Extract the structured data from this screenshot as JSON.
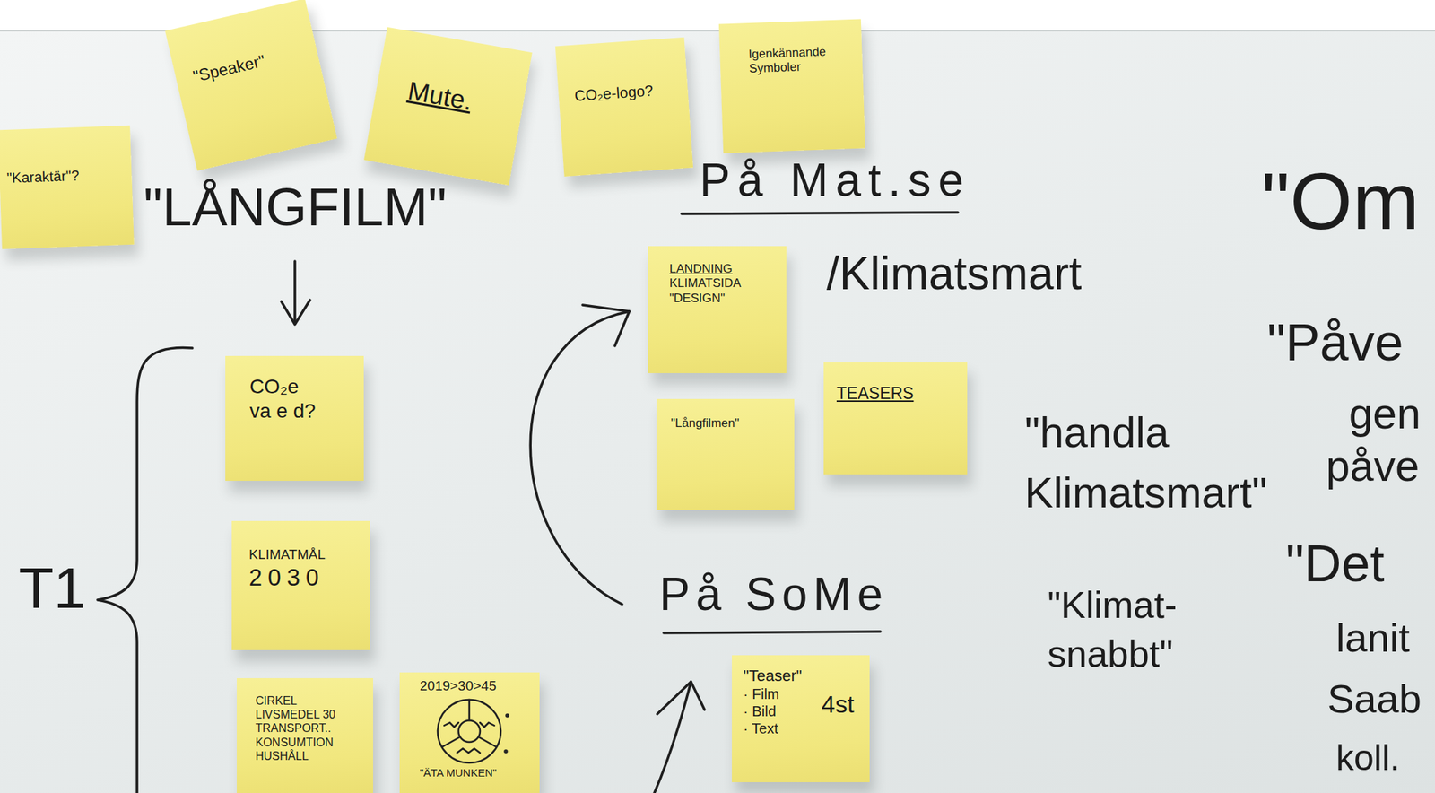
{
  "diagram": {
    "nodes": [
      {
        "text": [
          "\"Karaktär\"?"
        ]
      },
      {
        "text": [
          "\"Speaker\""
        ]
      },
      {
        "text": [
          "Mute."
        ]
      },
      {
        "text": [
          "CO₂e-logo?"
        ]
      },
      {
        "text": [
          "Igenkännande Symboler"
        ]
      },
      {
        "text": [
          "CO₂e va e d?"
        ]
      },
      {
        "text": [
          "KLIMATMÅL",
          "2030"
        ]
      },
      {
        "text": [
          "CIRKEL LIVSMEDEL 30 TRANSPORT.. KONSUMTION HUSHÅLL"
        ]
      },
      {
        "text": [
          "2019>30>45",
          "\"ÄTA MUNKEN\""
        ]
      },
      {
        "text": [
          "LANDNING",
          "KLIMATSIDA \"DESIGN\""
        ]
      },
      {
        "text": [
          "\"Långfilmen\""
        ]
      },
      {
        "text": [
          "TEASERS"
        ]
      },
      {
        "text": [
          "\"Teaser\"",
          "· Film",
          "· Bild",
          "· Text",
          "4st"
        ]
      }
    ],
    "labels": [
      "\"LÅNGFILM\"",
      "På Mat.se",
      "/Klimatsmart",
      "\"Om",
      "\"Påve",
      "gen",
      "påve",
      "\"handla Klimatsmart\"",
      "\"Klimat- snabbt\"",
      "\"Det",
      "lanit",
      "Saab",
      "koll.",
      "På SoMe",
      "T1"
    ]
  }
}
